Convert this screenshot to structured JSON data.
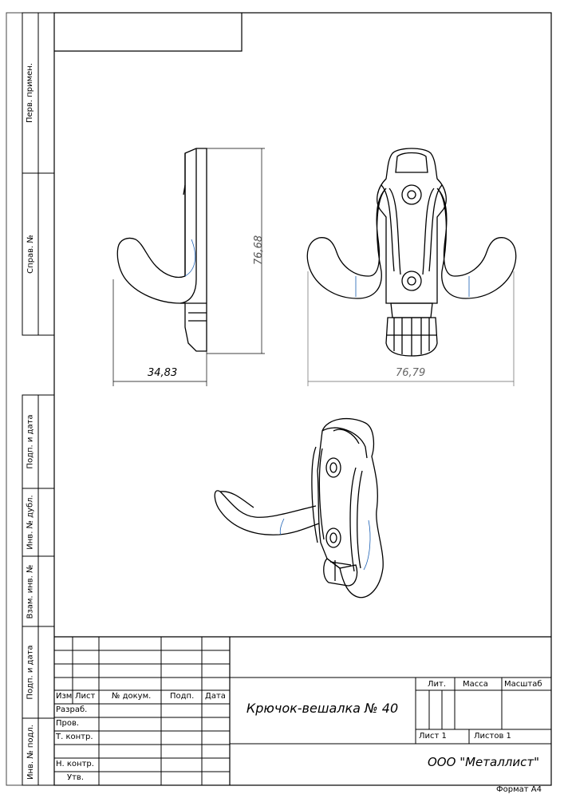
{
  "stamp": {
    "side_labels": [
      "Перв. примен.",
      "Справ. №",
      "Подп. и дата",
      "Инв. № дубл.",
      "Взам. инв. №",
      "Подп. и дата",
      "Инв. № подл."
    ],
    "header_cols": {
      "izm": "Изм",
      "list": "Лист",
      "doc": "№ докум.",
      "podp": "Подп.",
      "data": "Дата"
    },
    "rows": {
      "razrab": "Разраб.",
      "prov": "Пров.",
      "tkontr": "Т. контр.",
      "nkontr": "Н. контр.",
      "utv": "Утв."
    },
    "lit": "Лит.",
    "massa": "Масса",
    "masshtab": "Масштаб",
    "sheet": "Лист 1",
    "sheets": "Листов 1",
    "title": "Крючок-вешалка № 40",
    "organization": "ООО \"Металлист\"",
    "format": "Формат А4"
  },
  "dimensions": {
    "width_side": "34,83",
    "height": "76,68",
    "width_front": "76,79"
  }
}
